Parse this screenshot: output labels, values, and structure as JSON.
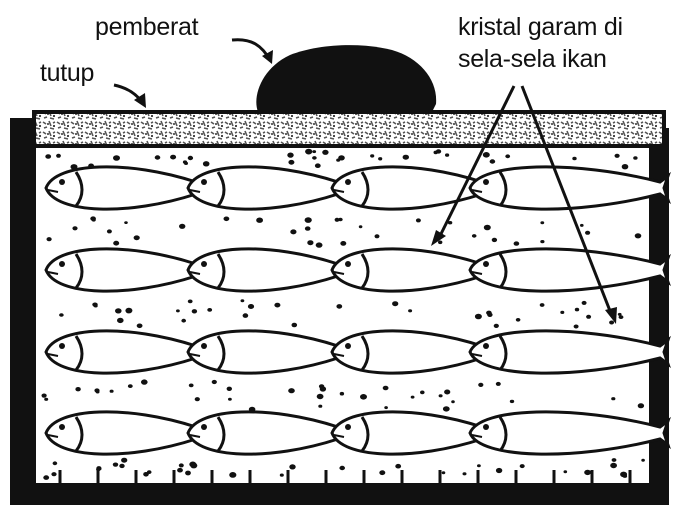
{
  "labels": {
    "weight": "pemberat",
    "lid": "tutup",
    "salt_line1": "kristal garam di",
    "salt_line2": "sela-sela ikan"
  },
  "diagram": {
    "fish_rows": 4,
    "fish_per_row": 4,
    "colors": {
      "ink": "#111111",
      "paper": "#ffffff",
      "lid_texture": "#8a8a8a"
    }
  }
}
